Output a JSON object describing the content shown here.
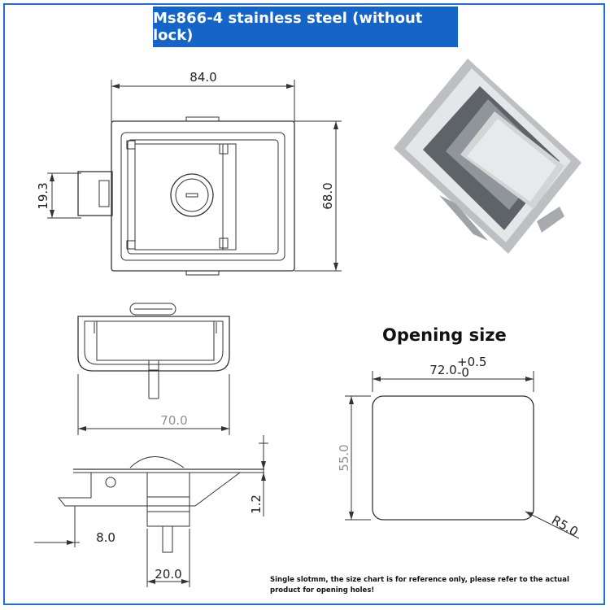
{
  "header": {
    "title": "Ms866-4 stainless steel (without lock)"
  },
  "opening": {
    "title": "Opening size"
  },
  "dimensions": {
    "width": "84.0",
    "height": "68.0",
    "latch": "19.3",
    "opening_width": "72.0",
    "tol_plus": "+0.5",
    "tol_minus": "-0",
    "radius": "R5.0",
    "flange": "1.2",
    "offset": "8.0",
    "body": "20.0",
    "side_view_width": "70.0",
    "opening_height": "55.0"
  },
  "footnote": "Single slotmm, the size chart is for reference only, please refer to the actual product for opening holes!",
  "colors": {
    "accent": "#1565c8",
    "line": "#333333"
  }
}
